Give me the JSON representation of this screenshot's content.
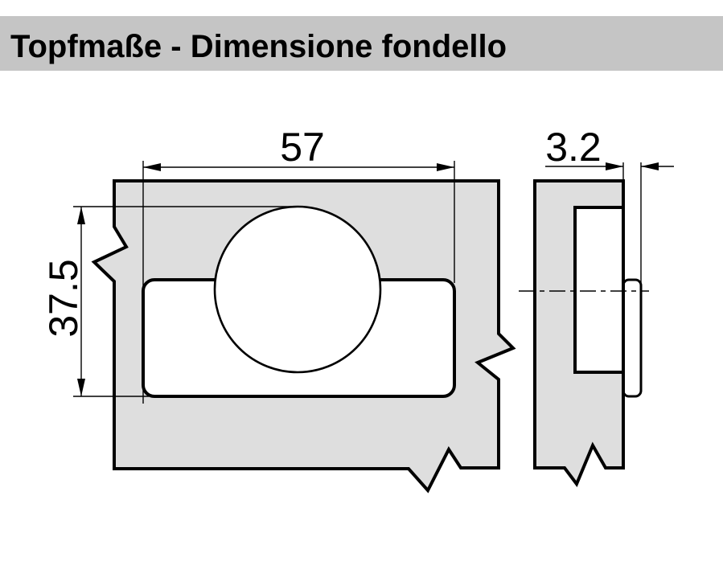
{
  "header": {
    "title": "Topfmaße - Dimensione fondello",
    "bg": "#c5c5c5",
    "text_color": "#000000"
  },
  "colors": {
    "page_bg": "#ffffff",
    "panel_fill": "#dedede",
    "hole_fill": "#ffffff",
    "line": "#000000"
  },
  "front_view": {
    "width_dim": "57",
    "height_dim": "37.5"
  },
  "side_view": {
    "thickness_dim": "3.2"
  }
}
